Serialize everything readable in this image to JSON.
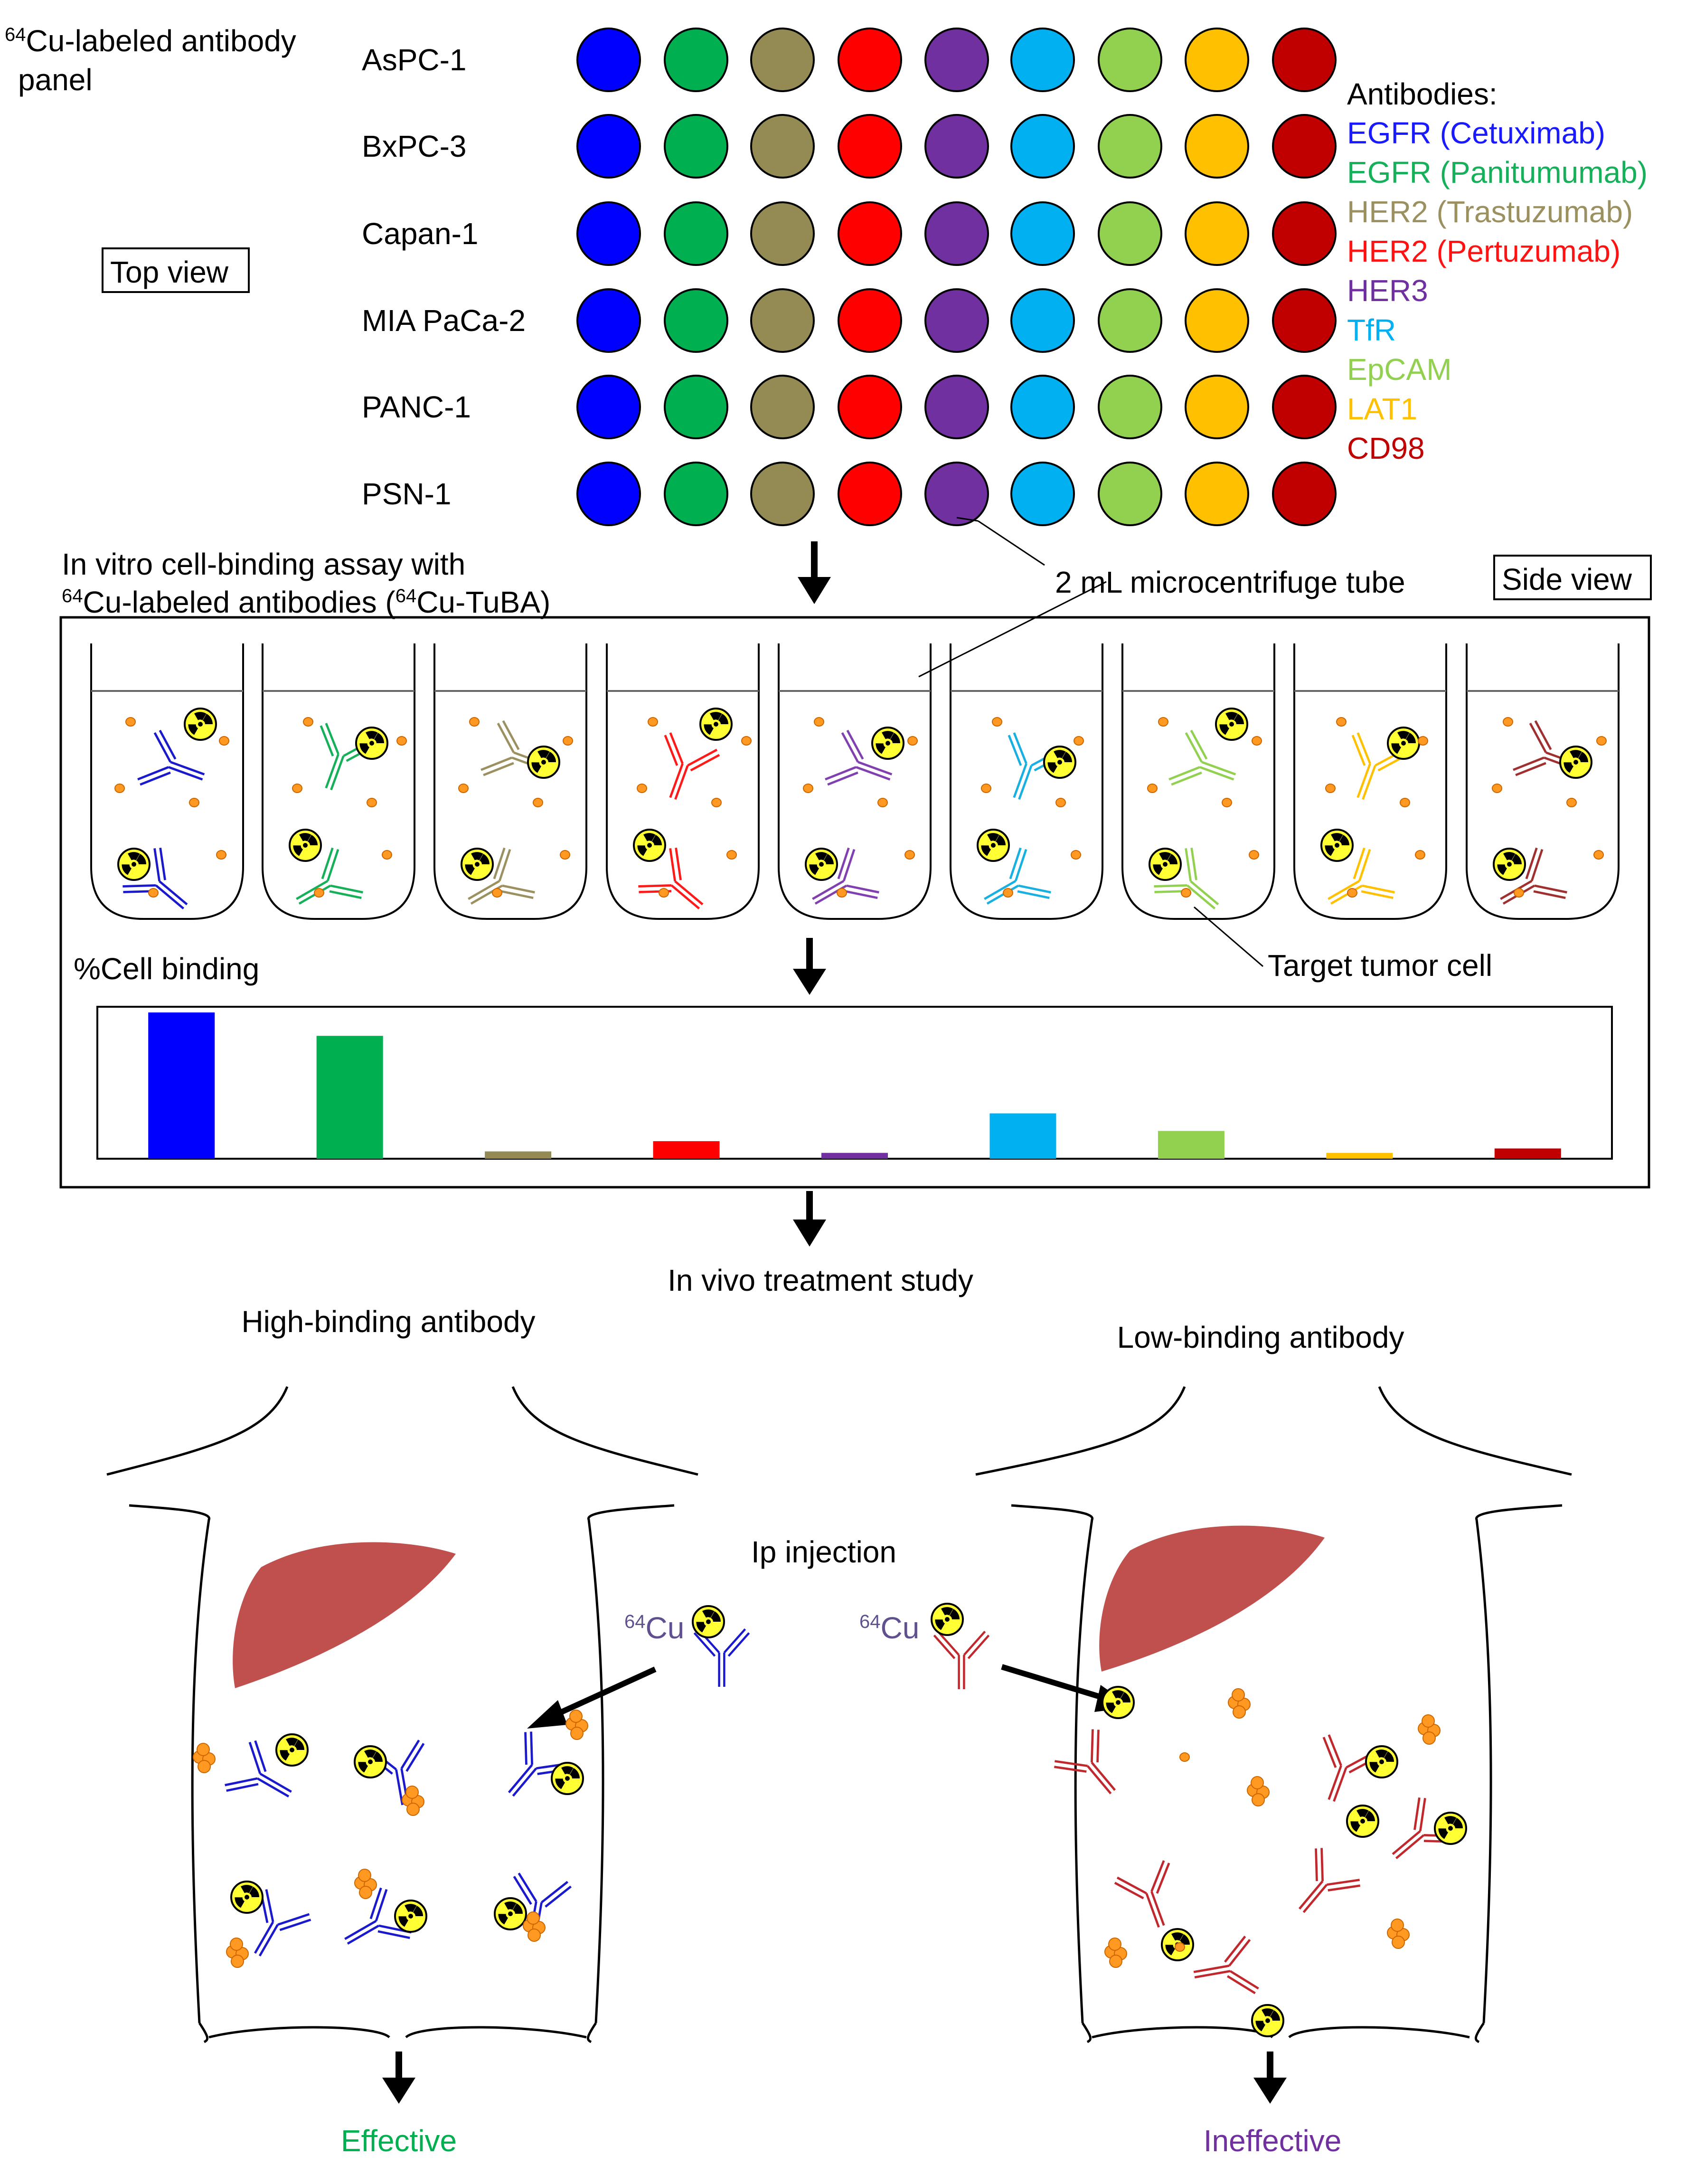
{
  "plate": {
    "title_sup": "64",
    "title_rest": "Cu-labeled antibody",
    "title_line2": "panel",
    "top_view": "Top view",
    "cell_lines": [
      "AsPC-1",
      "BxPC-3",
      "Capan-1",
      "MIA PaCa-2",
      "PANC-1",
      "PSN-1"
    ]
  },
  "legend": {
    "heading": "Antibodies:",
    "items": [
      {
        "label": "EGFR (Cetuximab)",
        "color": "#1a1aff"
      },
      {
        "label": "EGFR (Panitumumab)",
        "color": "#16b05a"
      },
      {
        "label": "HER2  (Trastuzumab)",
        "color": "#9b9060"
      },
      {
        "label": "HER2 (Pertuzumab)",
        "color": "#ff1212"
      },
      {
        "label": "HER3",
        "color": "#7030a0"
      },
      {
        "label": "TfR",
        "color": "#00b0f0"
      },
      {
        "label": "EpCAM",
        "color": "#92d050"
      },
      {
        "label": "LAT1",
        "color": "#ffc000"
      },
      {
        "label": "CD98",
        "color": "#c00000"
      }
    ],
    "well_colors": [
      "#0000ff",
      "#00b050",
      "#948a54",
      "#ff0000",
      "#7030a0",
      "#00b0f0",
      "#92d050",
      "#ffc000",
      "#c00000"
    ]
  },
  "assay": {
    "line1": "In vitro cell-binding assay with",
    "line2_sup1": "64",
    "line2_mid": "Cu-labeled antibodies (",
    "line2_sup2": "64",
    "line2_end": "Cu-TuBA)",
    "tube_label": "2 mL microcentrifuge tube",
    "side_view": "Side view",
    "target_label": "Target tumor cell",
    "binding_label": "%Cell binding"
  },
  "chart_data": {
    "type": "bar",
    "categories": [
      "EGFR (Cetuximab)",
      "EGFR (Panitumumab)",
      "HER2 (Trastuzumab)",
      "HER2 (Pertuzumab)",
      "HER3",
      "TfR",
      "EpCAM",
      "LAT1",
      "CD98"
    ],
    "values": [
      100,
      84,
      5,
      12,
      4,
      31,
      19,
      4,
      7
    ],
    "ylabel": "%Cell binding"
  },
  "invivo": {
    "title": "In vivo treatment study",
    "high": "High-binding antibody",
    "low": "Low-binding antibody",
    "ip": "Ip injection",
    "cu_sup": "64",
    "cu": "Cu",
    "effective": "Effective",
    "effective_color": "#00b050",
    "ineffective": "Ineffective",
    "ineffective_color": "#7030a0",
    "liver_color": "#c0504d",
    "high_ab_color": "#1a1acc",
    "low_ab_color": "#c0282d",
    "cell_color": "#ff9922"
  }
}
